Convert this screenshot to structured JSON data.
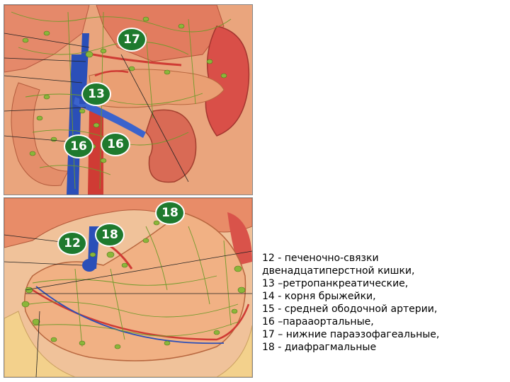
{
  "figure": {
    "badges": [
      "17",
      "13",
      "16",
      "16",
      "12",
      "18",
      "18"
    ],
    "legend": [
      "12 - печеночно-связки",
      "двенадцатиперстной кишки,",
      "13 –ретропанкреатические,",
      "14 - корня брыжейки,",
      "15 - средней ободочной артерии,",
      "16 –парааортальные,",
      "17 – нижние параэзофагеальные,",
      "18 - диафрагмальные"
    ],
    "colors": {
      "tissue": "#e9a27a",
      "organ": "#d9654f",
      "vein": "#2b4fb8",
      "lymph": "#6f9a2a",
      "badge": "#1f7a2e"
    }
  }
}
